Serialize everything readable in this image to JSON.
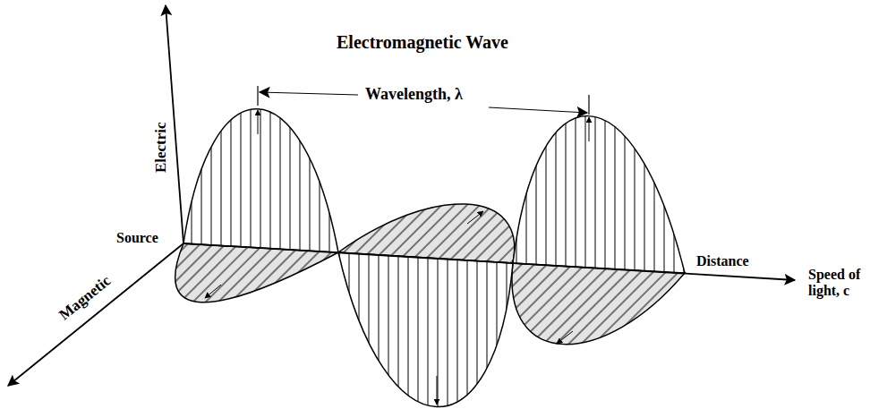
{
  "diagram": {
    "title": "Electromagnetic Wave",
    "labels": [
      "Wavelength, λ",
      "Electric",
      "Magnetic",
      "Source",
      "Distance",
      "Speed of light, c"
    ]
  }
}
